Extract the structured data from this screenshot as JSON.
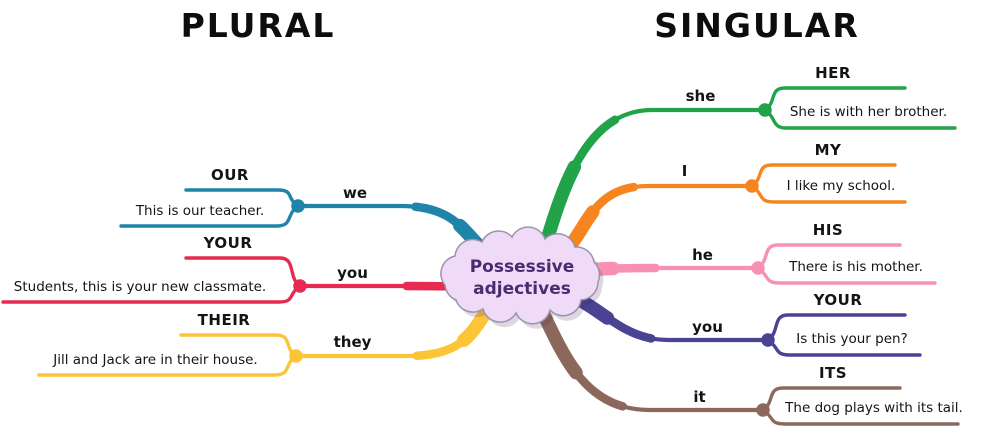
{
  "headers": {
    "plural": "PLURAL",
    "singular": "SINGULAR"
  },
  "center": {
    "line1": "Possessive",
    "line2": "adjectives",
    "fill": "#efdaf8",
    "text_color": "#4b2a6e"
  },
  "plural_branches": [
    {
      "pronoun": "we",
      "adjective": "OUR",
      "example": "This is our teacher.",
      "color": "#1e84a8"
    },
    {
      "pronoun": "you",
      "adjective": "YOUR",
      "example": "Students, this is your new classmate.",
      "color": "#e62a52"
    },
    {
      "pronoun": "they",
      "adjective": "THEIR",
      "example": "Jill and Jack are in their house.",
      "color": "#fcc437"
    }
  ],
  "singular_branches": [
    {
      "pronoun": "she",
      "adjective": "HER",
      "example": "She is with her brother.",
      "color": "#22a34a"
    },
    {
      "pronoun": "I",
      "adjective": "MY",
      "example": "I like my school.",
      "color": "#f6851f"
    },
    {
      "pronoun": "he",
      "adjective": "HIS",
      "example": "There is his mother.",
      "color": "#f890b4"
    },
    {
      "pronoun": "you",
      "adjective": "YOUR",
      "example": "Is this your pen?",
      "color": "#4a4394"
    },
    {
      "pronoun": "it",
      "adjective": "ITS",
      "example": "The dog plays with its tail.",
      "color": "#8c685c"
    }
  ]
}
